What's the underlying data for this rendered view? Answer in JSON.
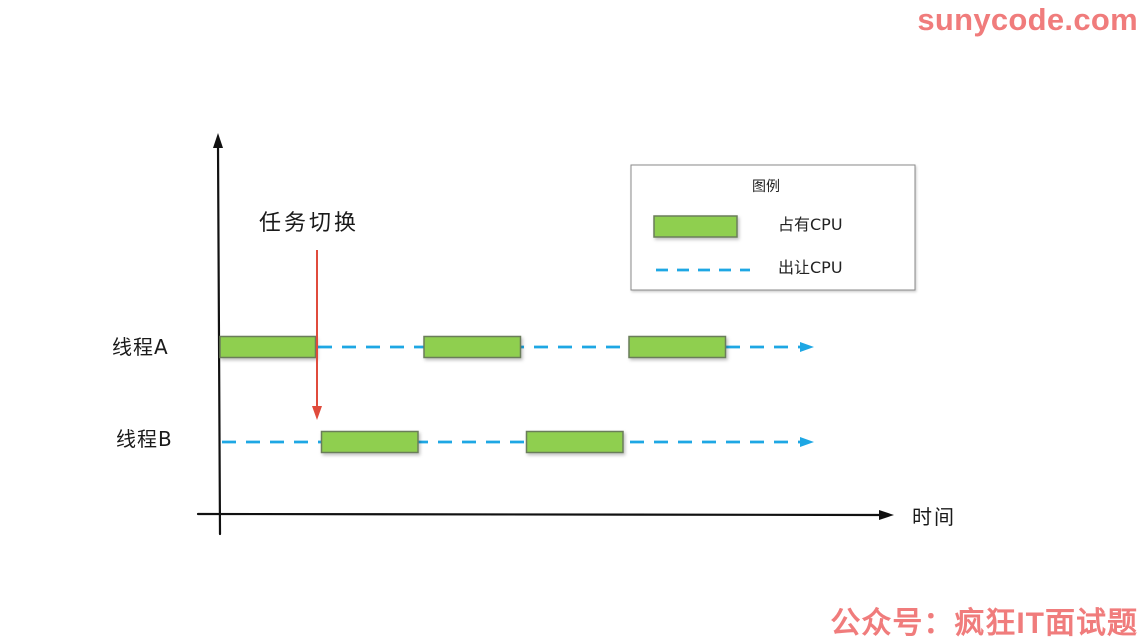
{
  "watermarks": {
    "top": "sunycode.com",
    "bottom": "公众号：疯狂IT面试题"
  },
  "diagram": {
    "x_axis_label": "时间",
    "switch_label": "任务切换",
    "threads": [
      {
        "label": "线程A",
        "cpu_segments": [
          [
            0,
            1
          ],
          [
            2,
            3
          ],
          [
            4,
            5
          ]
        ]
      },
      {
        "label": "线程B",
        "cpu_segments": [
          [
            1,
            2
          ],
          [
            3,
            4
          ]
        ]
      }
    ],
    "legend": {
      "title": "图例",
      "items": [
        {
          "label": "占有CPU",
          "kind": "box"
        },
        {
          "label": "出让CPU",
          "kind": "dash"
        }
      ]
    },
    "colors": {
      "cpu_fill": "#8fcf4f",
      "cpu_stroke": "#6b7d5a",
      "yield_dash": "#1ea7e4",
      "switch_arrow": "#e04b3c",
      "axis": "#111111",
      "watermark": "#f07c7c"
    }
  }
}
